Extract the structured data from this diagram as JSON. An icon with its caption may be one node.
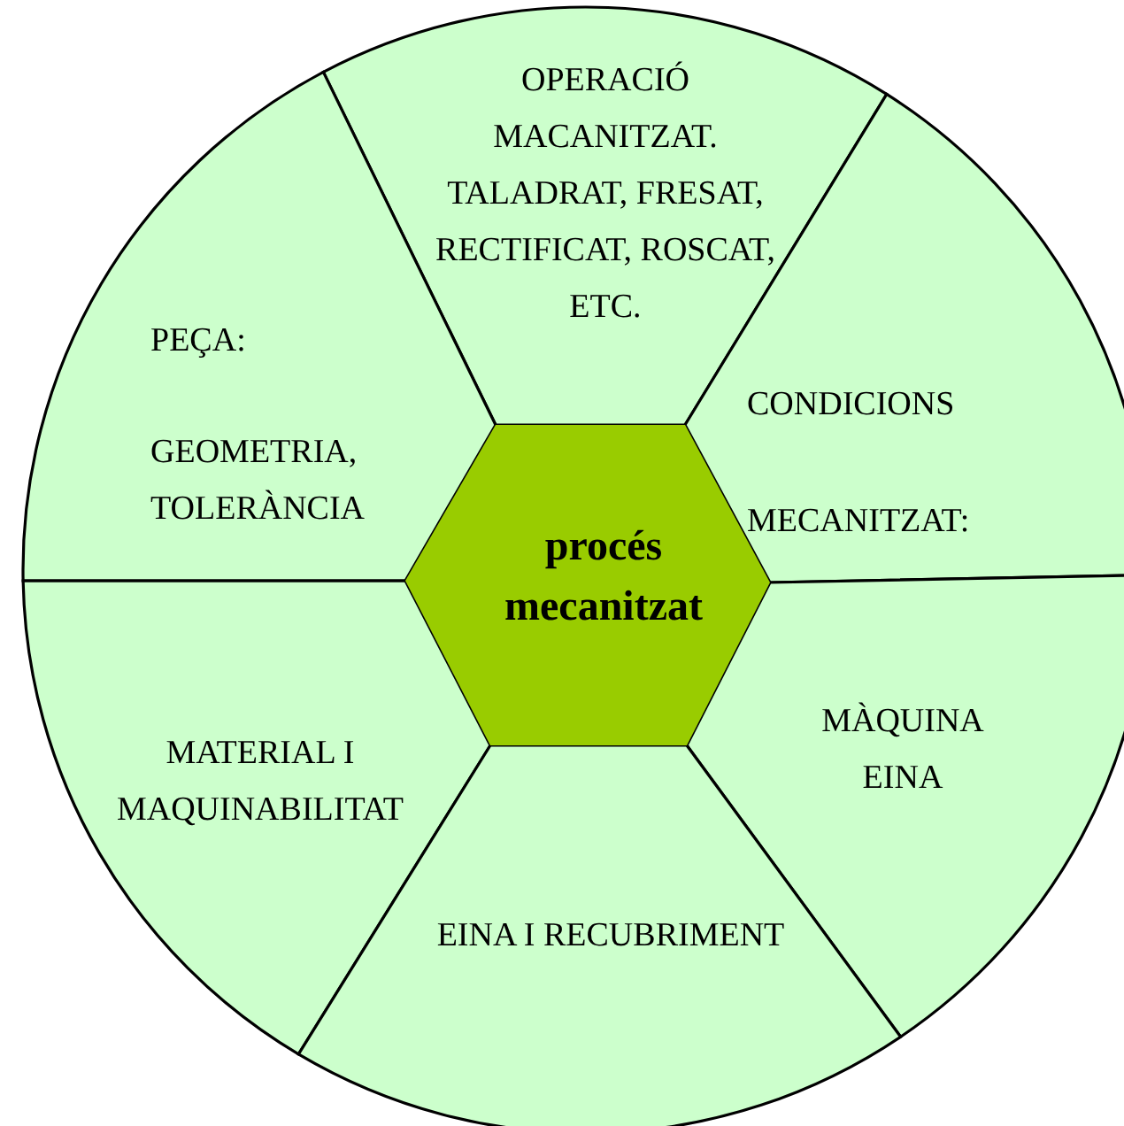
{
  "diagram": {
    "nodes": [
      {
        "text": [
          "OPERACIÓ MACANITZAT. TALADRAT, FRESAT, RECTIFICAT, ROSCAT, ETC."
        ]
      },
      {
        "text": [
          "PEÇA:",
          "GEOMETRIA, TOLERÀNCIA"
        ]
      },
      {
        "text": [
          "CONDICIONS MECANITZAT:"
        ]
      },
      {
        "text": [
          "procés mecanitzat"
        ]
      },
      {
        "text": [
          "MATERIAL I MAQUINABILITAT"
        ]
      },
      {
        "text": [
          "MÀQUINA EINA"
        ]
      },
      {
        "text": [
          "EINA I RECUBRIMENT"
        ]
      }
    ]
  }
}
